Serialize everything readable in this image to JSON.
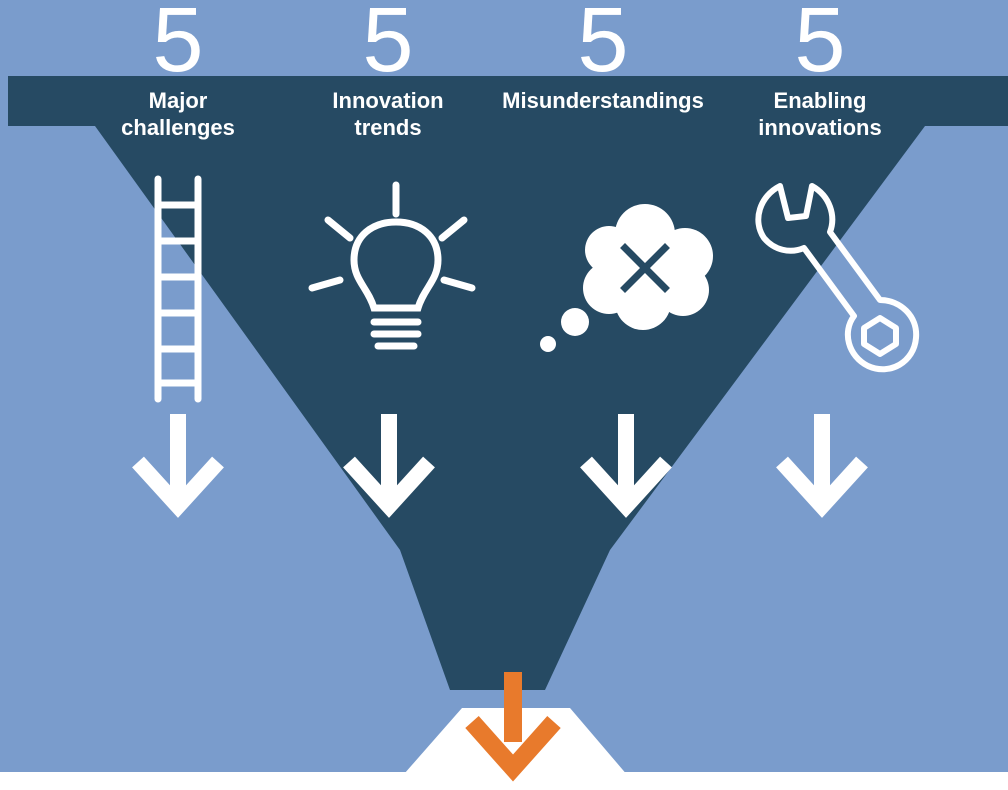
{
  "columns": [
    {
      "number": "5",
      "label": "Major\nchallenges",
      "icon": "ladder-icon"
    },
    {
      "number": "5",
      "label": "Innovation\ntrends",
      "icon": "lightbulb-icon"
    },
    {
      "number": "5",
      "label": "Misunderstandings",
      "icon": "thought-cloud-x-icon"
    },
    {
      "number": "5",
      "label": "Enabling\ninnovations",
      "icon": "wrench-icon"
    }
  ],
  "colors": {
    "background": "#7a9ccc",
    "funnel": "#264a63",
    "white": "#ffffff",
    "accent_arrow": "#e87a2c"
  }
}
